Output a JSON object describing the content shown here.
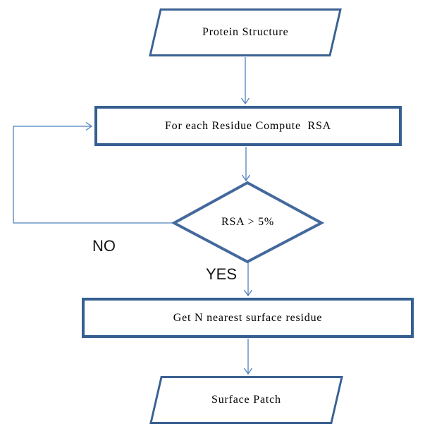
{
  "flowchart": {
    "nodes": [
      {
        "id": "protein-structure",
        "shape": "parallelogram",
        "label": "Protein Structure"
      },
      {
        "id": "compute-rsa",
        "shape": "process",
        "label": "For each Residue Compute  RSA"
      },
      {
        "id": "rsa-decision",
        "shape": "decision",
        "label": "RSA > 5%"
      },
      {
        "id": "nearest-surface",
        "shape": "process",
        "label": "Get N nearest surface residue"
      },
      {
        "id": "surface-patch",
        "shape": "parallelogram",
        "label": "Surface Patch"
      }
    ],
    "edges": [
      {
        "from": "protein-structure",
        "to": "compute-rsa",
        "label": ""
      },
      {
        "from": "compute-rsa",
        "to": "rsa-decision",
        "label": ""
      },
      {
        "from": "rsa-decision",
        "to": "compute-rsa",
        "label": "NO"
      },
      {
        "from": "rsa-decision",
        "to": "nearest-surface",
        "label": "YES"
      },
      {
        "from": "nearest-surface",
        "to": "surface-patch",
        "label": ""
      }
    ],
    "colors": {
      "process_border": "#365f91",
      "parallelogram_border": "#3a6191",
      "diamond_border": "#44699d",
      "connector": "#4f81bd",
      "text": "#000000",
      "background": "#ffffff"
    }
  }
}
